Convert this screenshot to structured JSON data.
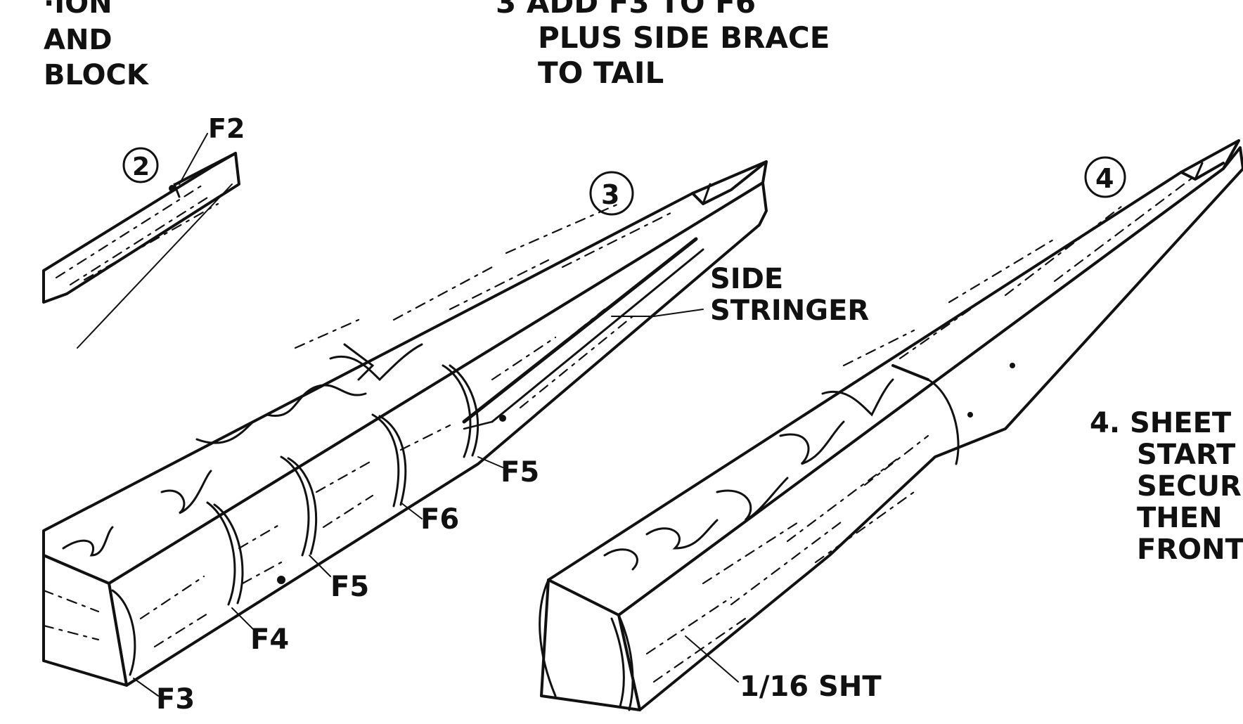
{
  "step3_title": [
    "3  ADD F3 TO F6",
    "PLUS SIDE BRACE",
    "TO TAIL"
  ],
  "step1_fragment": [
    "·ION",
    "AND",
    "BLOCK"
  ],
  "step4_text": [
    "4. SHEET",
    "START",
    "SECUR",
    "THEN",
    "FRONT"
  ],
  "callouts": {
    "circle_2": "2",
    "circle_3": "3",
    "circle_4": "4",
    "f2": "F2",
    "f3": "F3",
    "f4": "F4",
    "f5_a": "F5",
    "f5_b": "F5",
    "f6": "F6",
    "side_stringer": [
      "SIDE",
      "STRINGER"
    ],
    "sheet": "1/16 SHT"
  }
}
